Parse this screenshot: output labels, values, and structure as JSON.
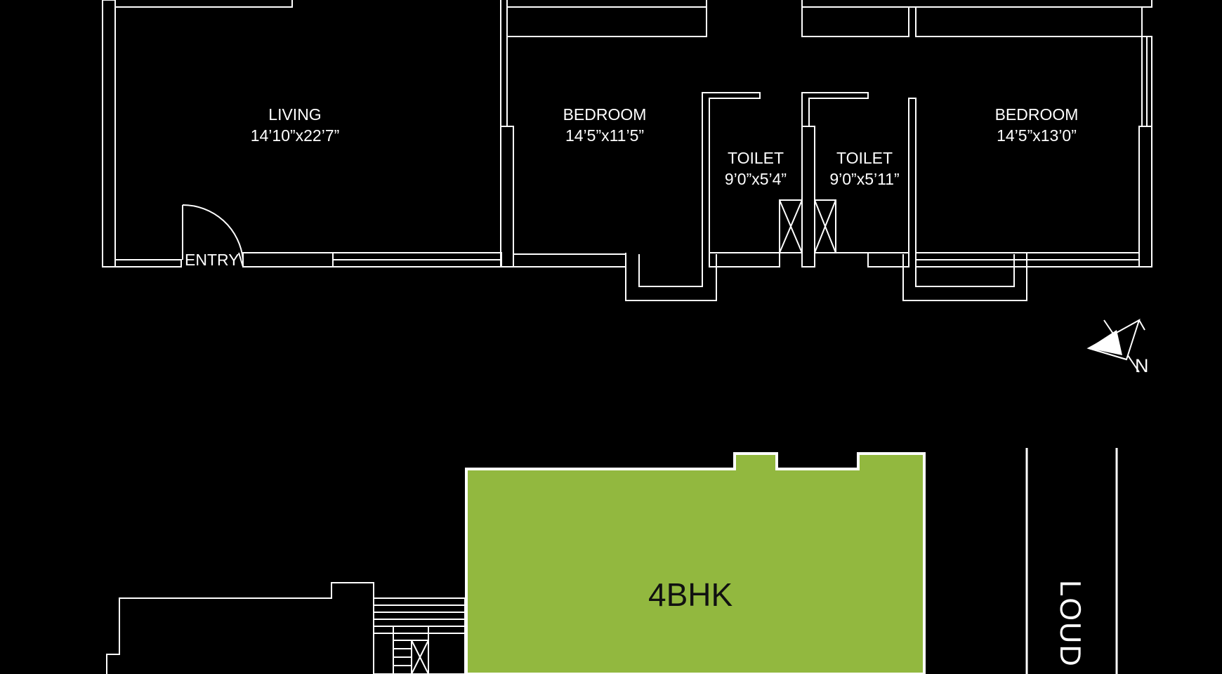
{
  "rooms": [
    {
      "id": "living",
      "name": "LIVING",
      "size": "14’10”x22’7”"
    },
    {
      "id": "bedroom-1",
      "name": "BEDROOM",
      "size": "14’5”x11’5”"
    },
    {
      "id": "toilet-1",
      "name": "TOILET",
      "size": "9’0”x5’4”"
    },
    {
      "id": "toilet-2",
      "name": "TOILET",
      "size": "9’0”x5’11”"
    },
    {
      "id": "bedroom-2",
      "name": "BEDROOM",
      "size": "14’5”x13’0”"
    }
  ],
  "entry_label": "ENTRY",
  "north_label": "N",
  "key_plan": {
    "unit_label": "4BHK",
    "road_label": "LOUD"
  },
  "colors": {
    "background": "#000000",
    "lines": "#ffffff",
    "unit_fill": "#92b83f"
  }
}
